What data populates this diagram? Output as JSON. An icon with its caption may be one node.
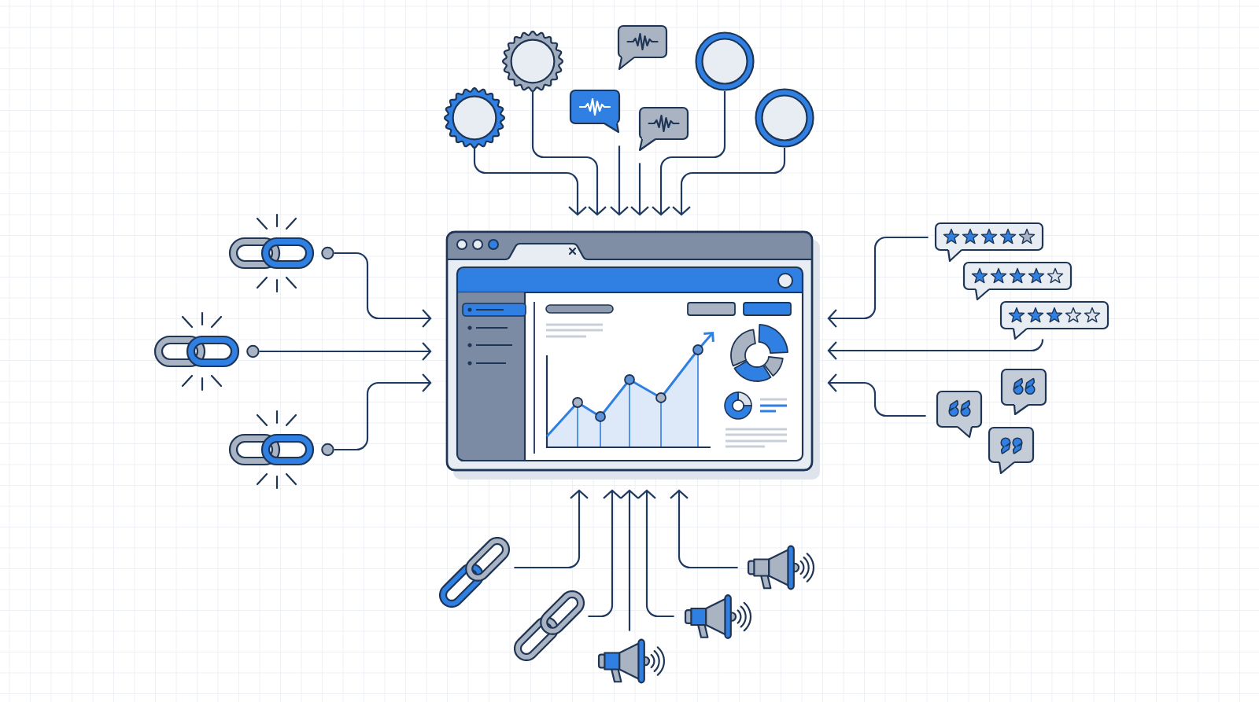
{
  "diagram": {
    "nodes": [
      {
        "text": [],
        "shape": "seal"
      },
      {
        "text": [],
        "shape": "seal"
      },
      {
        "text": [],
        "shape": "picture"
      },
      {
        "text": [],
        "shape": "picture"
      },
      {
        "text": [],
        "shape": "picture"
      },
      {
        "text": [],
        "shape": "circle"
      },
      {
        "text": [],
        "shape": "circle"
      },
      {
        "text": [],
        "shape": "picture"
      },
      {
        "text": [],
        "shape": "picture"
      },
      {
        "text": [],
        "shape": "picture"
      },
      {
        "text": [],
        "shape": "picture"
      },
      {
        "text": [],
        "shape": "picture"
      },
      {
        "text": [],
        "shape": "picture"
      },
      {
        "text": [],
        "shape": "picture"
      },
      {
        "text": [],
        "shape": "picture"
      },
      {
        "text": [],
        "shape": "picture"
      },
      {
        "text": [],
        "shape": "picture"
      },
      {
        "text": [],
        "shape": "picture"
      },
      {
        "text": [],
        "shape": "picture"
      },
      {
        "text": [],
        "shape": "picture"
      },
      {
        "text": [],
        "shape": "picture"
      },
      {
        "text": [],
        "shape": "picture"
      }
    ],
    "edges": [
      {
        "from": 0,
        "to": 7,
        "arrow": "to"
      },
      {
        "from": 1,
        "to": 7,
        "arrow": "to"
      },
      {
        "from": 2,
        "to": 7,
        "arrow": "to"
      },
      {
        "from": 4,
        "to": 7,
        "arrow": "to"
      },
      {
        "from": 5,
        "to": 7,
        "arrow": "to"
      },
      {
        "from": 6,
        "to": 7,
        "arrow": "to"
      },
      {
        "from": 8,
        "to": 7,
        "arrow": "to"
      },
      {
        "from": 9,
        "to": 7,
        "arrow": "to"
      },
      {
        "from": 10,
        "to": 7,
        "arrow": "to"
      },
      {
        "from": 11,
        "to": 7,
        "arrow": "to"
      },
      {
        "from": 13,
        "to": 7,
        "arrow": "to"
      },
      {
        "from": 14,
        "to": 7,
        "arrow": "to"
      },
      {
        "from": 17,
        "to": 7,
        "arrow": "to"
      },
      {
        "from": 18,
        "to": 7,
        "arrow": "to"
      },
      {
        "from": 19,
        "to": 7,
        "arrow": "to"
      },
      {
        "from": 20,
        "to": 7,
        "arrow": "to"
      },
      {
        "from": 21,
        "to": 7,
        "arrow": "to"
      }
    ]
  }
}
